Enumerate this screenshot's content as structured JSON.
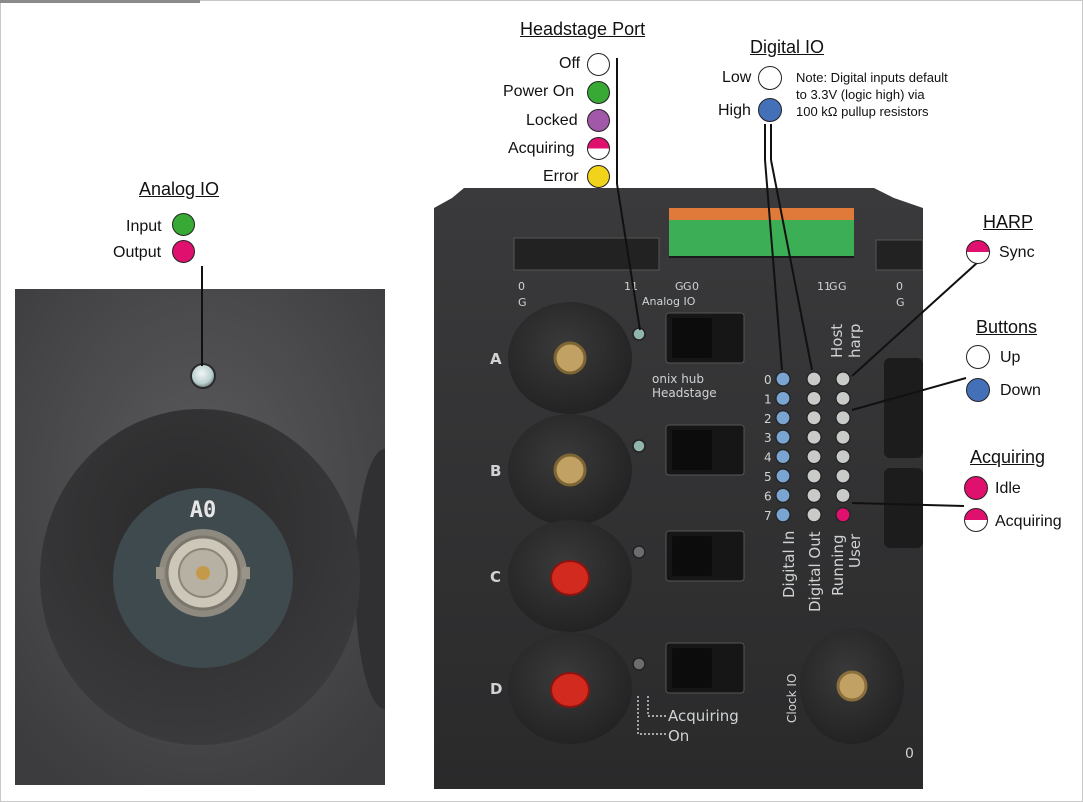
{
  "colors": {
    "off": "#ffffff",
    "green": "#39a935",
    "magenta": "#e0116e",
    "purple": "#a258a8",
    "yellow": "#f2d31b",
    "blue": "#4470b8",
    "case": "#2b2b2d"
  },
  "analog_io": {
    "title": "Analog IO",
    "states": [
      {
        "label": "Input",
        "color": "#39a935",
        "style": "solid"
      },
      {
        "label": "Output",
        "color": "#e0116e",
        "style": "solid"
      }
    ],
    "port_label": "A0"
  },
  "headstage_port": {
    "title": "Headstage Port",
    "states": [
      {
        "label": "Off",
        "color": "#ffffff",
        "style": "solid"
      },
      {
        "label": "Power On",
        "color": "#39a935",
        "style": "solid"
      },
      {
        "label": "Locked",
        "color": "#a258a8",
        "style": "solid"
      },
      {
        "label": "Acquiring",
        "color": "#e0116e",
        "style": "half"
      },
      {
        "label": "Error",
        "color": "#f2d31b",
        "style": "solid"
      }
    ]
  },
  "digital_io": {
    "title": "Digital IO",
    "states": [
      {
        "label": "Low",
        "color": "#ffffff",
        "style": "solid"
      },
      {
        "label": "High",
        "color": "#4470b8",
        "style": "solid"
      }
    ],
    "note": [
      "Note: Digital inputs default",
      "to 3.3V (logic high) via",
      "100 kΩ pullup resistors"
    ]
  },
  "harp": {
    "title": "HARP",
    "states": [
      {
        "label": "Sync",
        "color": "#e0116e",
        "style": "half"
      }
    ]
  },
  "buttons": {
    "title": "Buttons",
    "states": [
      {
        "label": "Up",
        "color": "#ffffff",
        "style": "solid"
      },
      {
        "label": "Down",
        "color": "#4470b8",
        "style": "solid"
      }
    ]
  },
  "acquiring": {
    "title": "Acquiring",
    "states": [
      {
        "label": "Idle",
        "color": "#e0116e",
        "style": "solid"
      },
      {
        "label": "Acquiring",
        "color": "#e0116e",
        "style": "half"
      }
    ]
  },
  "device": {
    "port_letters": [
      "A",
      "B",
      "C",
      "D"
    ],
    "digital_numbers": [
      "0",
      "1",
      "2",
      "3",
      "4",
      "5",
      "6",
      "7"
    ],
    "top_left_labels": [
      "0",
      "G"
    ],
    "top_mid_labels": [
      "11",
      "G",
      "G",
      "0"
    ],
    "top_right_labels": [
      "11",
      "G",
      "G",
      "0",
      "G"
    ],
    "analog_label": "Analog IO",
    "brand_line1": "onix hub",
    "brand_line2": "Headstage",
    "col_labels": [
      "Digital In",
      "Digital Out",
      "Running",
      "User"
    ],
    "host_label": "Host",
    "harp_label": "harp",
    "acquiring_label": "Acquiring",
    "on_label": "On",
    "clock_label": "Clock IO",
    "bottom_zero": "0"
  }
}
